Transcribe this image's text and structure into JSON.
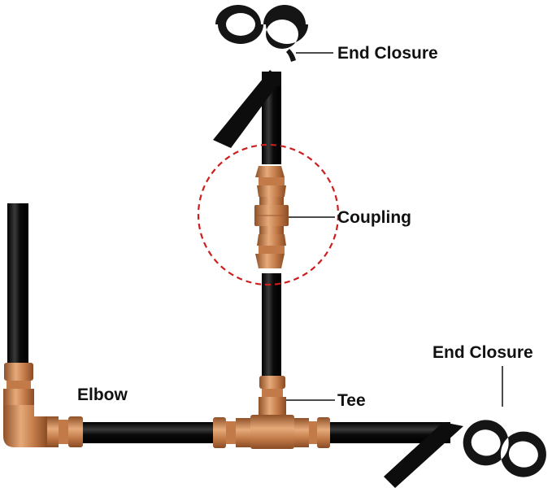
{
  "labels": {
    "end_closure_top": "End Closure",
    "coupling": "Coupling",
    "end_closure_right": "End Closure",
    "elbow": "Elbow",
    "tee": "Tee"
  },
  "colors": {
    "tube": "#0d0d0d",
    "tube_highlight": "#555555",
    "fitting": "#c8804f",
    "fitting_dark": "#9a5a30",
    "fitting_light": "#e3a778",
    "closure": "#141414",
    "highlight_circle": "#cc1f1f",
    "background": "#ffffff"
  }
}
